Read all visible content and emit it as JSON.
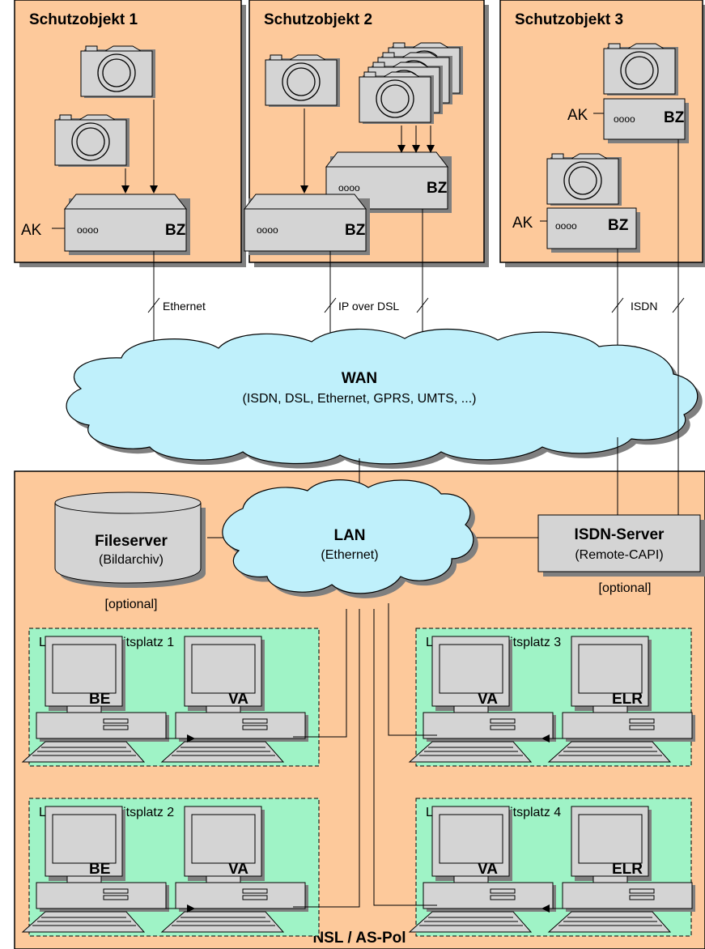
{
  "sites": {
    "site1": {
      "title": "Schutzobjekt 1"
    },
    "site2": {
      "title": "Schutzobjekt 2"
    },
    "site3": {
      "title": "Schutzobjekt 3"
    }
  },
  "labels": {
    "bz": "BZ",
    "ak": "AK",
    "camera_leds": "oooo"
  },
  "links": {
    "ethernet": "Ethernet",
    "ip_over_dsl": "IP over DSL",
    "isdn": "ISDN"
  },
  "wan": {
    "title": "WAN",
    "subtitle": "(ISDN, DSL, Ethernet, GPRS, UMTS, ...)"
  },
  "lan": {
    "title": "LAN",
    "subtitle": "(Ethernet)"
  },
  "fileserver": {
    "title": "Fileserver",
    "subtitle": "(Bildarchiv)",
    "note": "[optional]"
  },
  "isdn_server": {
    "title": "ISDN-Server",
    "subtitle": "(Remote-CAPI)",
    "note": "[optional]"
  },
  "workstations": [
    {
      "title": "Leitstand-Arbeitsplatz 1",
      "left": "BE",
      "right": "VA"
    },
    {
      "title": "Leitstand-Arbeitsplatz 2",
      "left": "BE",
      "right": "VA"
    },
    {
      "title": "Leitstand-Arbeitsplatz 3",
      "left": "VA",
      "right": "ELR"
    },
    {
      "title": "Leitstand-Arbeitsplatz 4",
      "left": "VA",
      "right": "ELR"
    }
  ],
  "control_center": {
    "title": "NSL / AS-Pol"
  },
  "colors": {
    "site_bg": "#fdc99b",
    "cloud": "#bff0fb",
    "workstation_bg": "#9ff3c6",
    "device": "#d4d4d4",
    "shadow": "#7f7f7f"
  }
}
